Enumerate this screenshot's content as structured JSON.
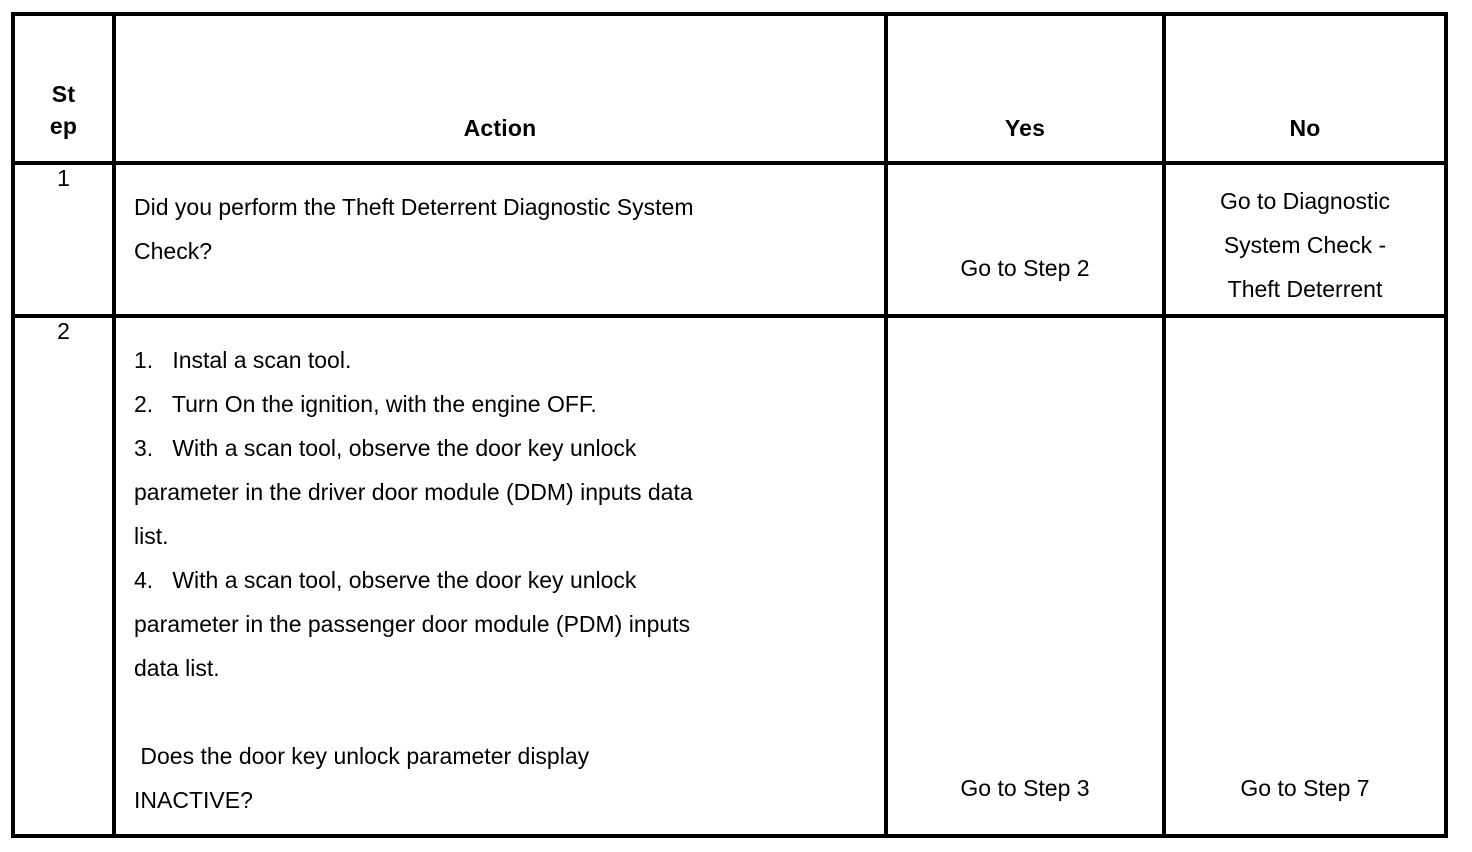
{
  "table": {
    "headers": {
      "step_line1": "St",
      "step_line2": "ep",
      "action": "Action",
      "yes": "Yes",
      "no": "No"
    },
    "rows": [
      {
        "step": "1",
        "action_lines": [
          "Did you perform the Theft Deterrent Diagnostic System",
          "Check?"
        ],
        "yes_lines": [
          "Go to Step 2"
        ],
        "no_lines": [
          "Go to Diagnostic",
          "System Check -",
          "Theft Deterrent"
        ]
      },
      {
        "step": "2",
        "action_lines": [
          "1.   Instal a scan tool.",
          "2.   Turn On the ignition, with the engine OFF.",
          "3.   With a scan tool, observe the door key unlock",
          "parameter in the driver door module (DDM) inputs data",
          "list.",
          "4.   With a scan tool, observe the door key unlock",
          "parameter in the passenger door module (PDM) inputs",
          "data list."
        ],
        "action_question_lines": [
          " Does the door key unlock parameter display",
          "INACTIVE?"
        ],
        "yes_lines": [
          "Go to Step 3"
        ],
        "no_lines": [
          "Go to Step 7"
        ]
      }
    ]
  },
  "style": {
    "border_color": "#000000",
    "text_color": "#000000",
    "background_color": "#ffffff"
  }
}
